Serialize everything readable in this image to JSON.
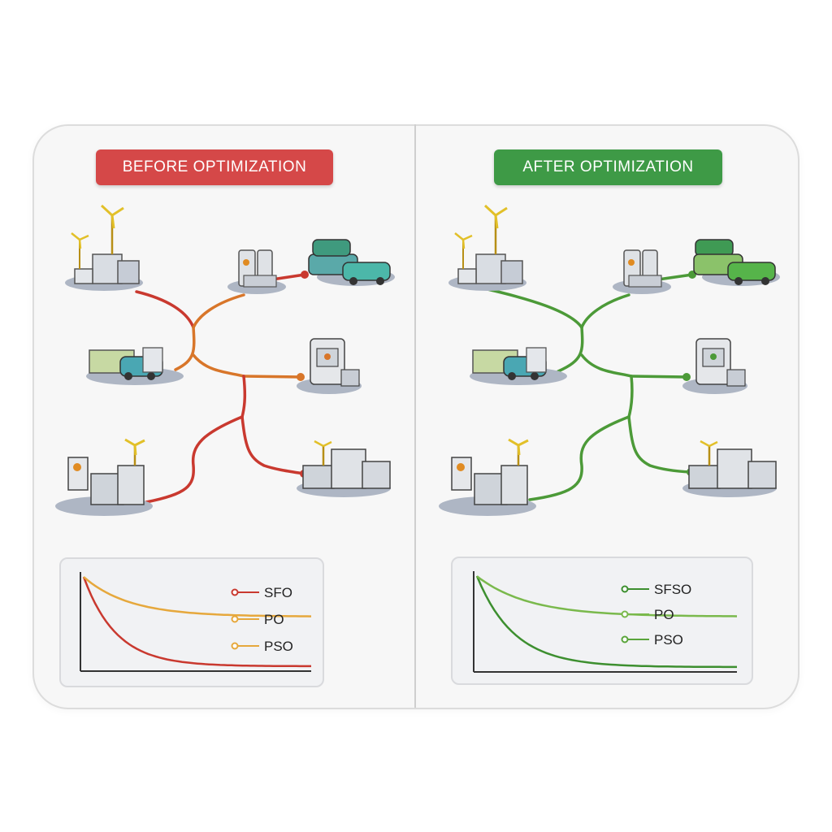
{
  "before": {
    "title": "BEFORE OPTIMIZATION",
    "title_color": "#d54848",
    "link_colors": [
      "#c9392f",
      "#d8762a",
      "#e39a2e"
    ],
    "chart_data": {
      "type": "line",
      "title": "",
      "series": [
        {
          "name": "SFO",
          "color": "#c9392f",
          "decay": "fast"
        },
        {
          "name": "PO",
          "color": "#e6a83c",
          "decay": "slow"
        },
        {
          "name": "PSO",
          "color": "#e6a83c",
          "decay": "slow"
        }
      ]
    }
  },
  "after": {
    "title": "AFTER OPTIMIZATION",
    "title_color": "#3e9a46",
    "link_colors": [
      "#4c9a38",
      "#6bb443"
    ],
    "chart_data": {
      "type": "line",
      "title": "",
      "series": [
        {
          "name": "SFSO",
          "color": "#3d8f2f",
          "decay": "fast"
        },
        {
          "name": "PO",
          "color": "#7ab94c",
          "decay": "slow"
        },
        {
          "name": "PSO",
          "color": "#5aa53b",
          "decay": "slow"
        }
      ]
    }
  },
  "nodes": [
    {
      "icon": "wind-turbine-factory-icon"
    },
    {
      "icon": "charging-station-icon"
    },
    {
      "icon": "electric-vehicle-icon"
    },
    {
      "icon": "vehicle-charging-hub-icon"
    },
    {
      "icon": "charger-unit-icon"
    },
    {
      "icon": "solar-battery-station-icon"
    },
    {
      "icon": "wind-storage-facility-icon"
    }
  ]
}
